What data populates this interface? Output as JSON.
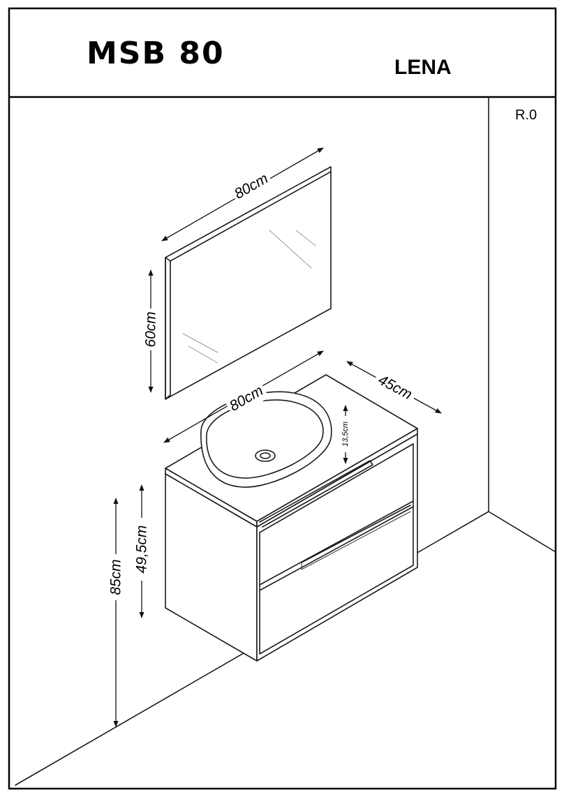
{
  "header": {
    "model_code": "MSB 80",
    "collection_name": "LENA"
  },
  "revision": "R.0",
  "dimensions": {
    "mirror_width": "80cm",
    "mirror_height": "60cm",
    "cabinet_width": "80cm",
    "cabinet_depth": "45cm",
    "basin_height": "13,5cm",
    "cabinet_height": "49,5cm",
    "total_height": "85cm"
  }
}
